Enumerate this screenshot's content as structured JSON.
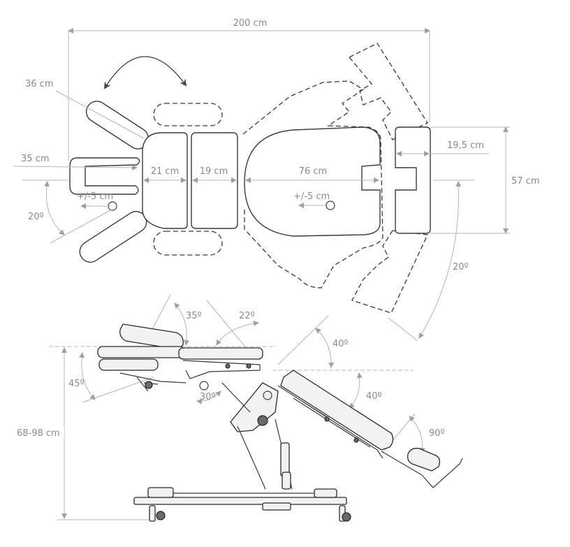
{
  "top_view": {
    "total_length": "200 cm",
    "armrest_length": "36 cm",
    "head_width": "35 cm",
    "head_offset": "+/-5 cm",
    "head_angle": "20º",
    "face_section": "21 cm",
    "chest_section": "19 cm",
    "torso_section": "76 cm",
    "torso_offset": "+/-5 cm",
    "leg_width": "19,5 cm",
    "table_width": "57 cm",
    "leg_angle": "20º"
  },
  "side_view": {
    "head_tilt": "35º",
    "chest_tilt": "22º",
    "lumbar_drop": "40º",
    "leg_drop": "40º",
    "foot_angle": "90º",
    "head_drop": "45º",
    "pivot_angle": "30º",
    "height_range": "68-98 cm"
  }
}
